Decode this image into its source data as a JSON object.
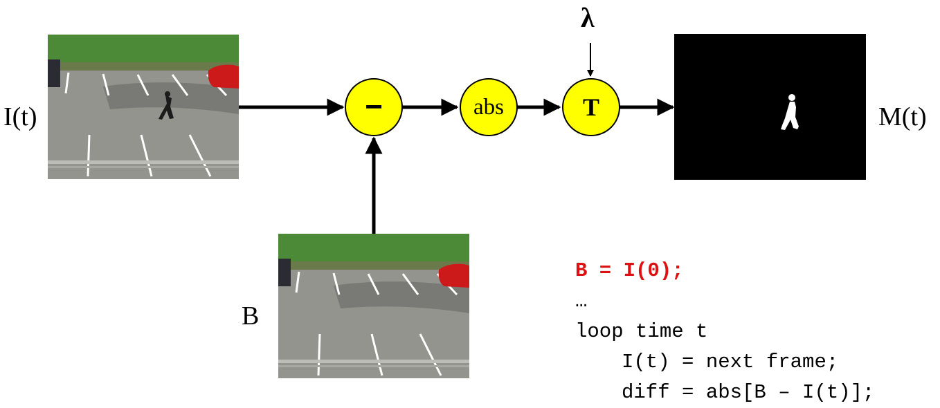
{
  "labels": {
    "input": "I(t)",
    "background": "B",
    "output": "M(t)",
    "threshold_param": "λ"
  },
  "nodes": {
    "subtract": "−",
    "abs": "abs",
    "threshold": "T"
  },
  "code": {
    "line1": "B = I(0);",
    "line2": "…",
    "line3": "loop time t",
    "line4": "I(t) = next frame;",
    "line5": "diff = abs[B – I(t)];"
  },
  "colors": {
    "node_fill": "#ffff00",
    "code_highlight": "#dd1111",
    "mask_bg": "#000000"
  }
}
